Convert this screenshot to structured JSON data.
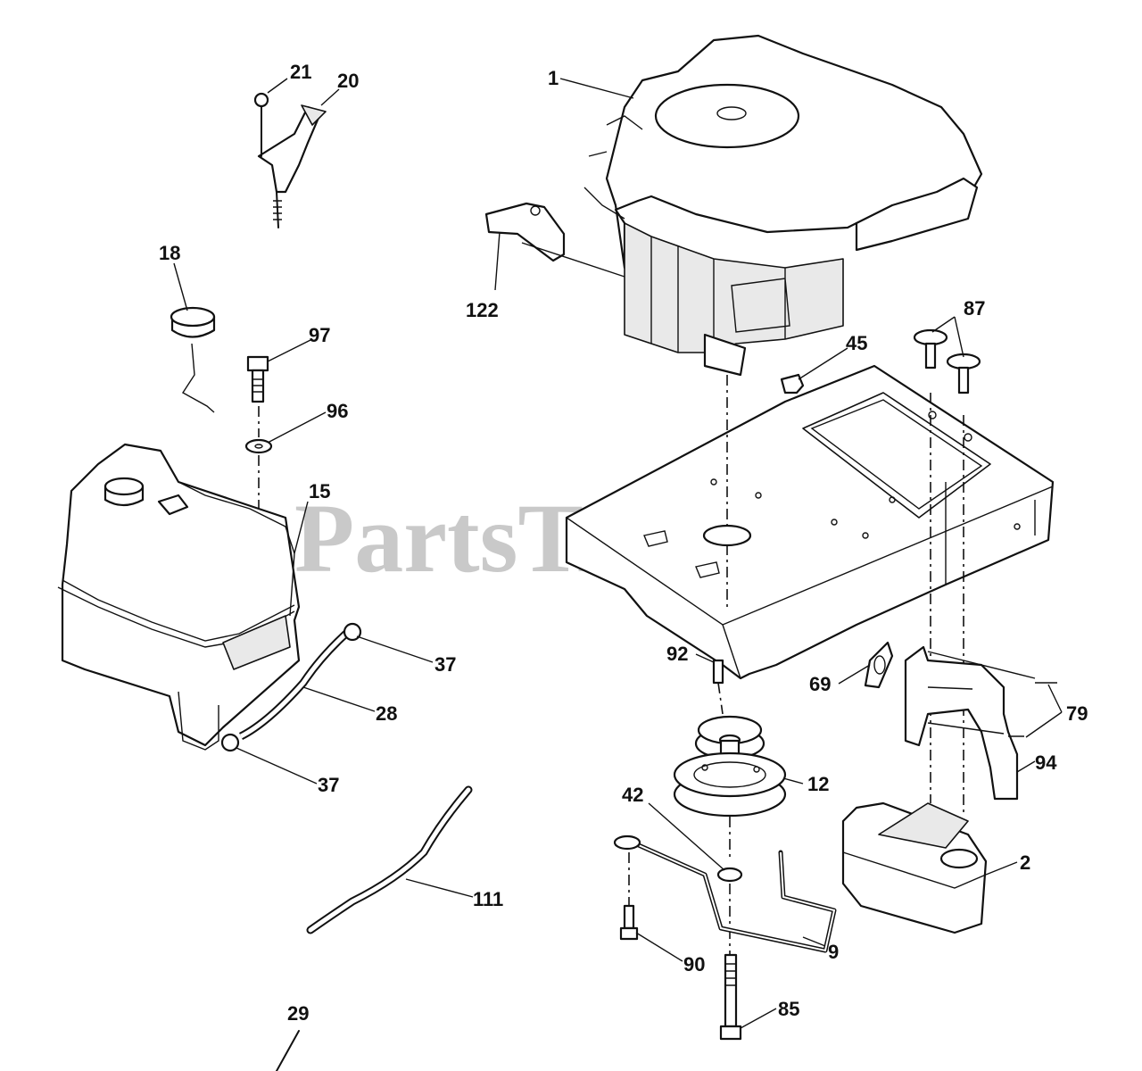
{
  "watermark": {
    "text": "PartsTree",
    "trademark": "™"
  },
  "callouts": [
    {
      "id": "21",
      "label": "21"
    },
    {
      "id": "20",
      "label": "20"
    },
    {
      "id": "1",
      "label": "1"
    },
    {
      "id": "18",
      "label": "18"
    },
    {
      "id": "122",
      "label": "122"
    },
    {
      "id": "97",
      "label": "97"
    },
    {
      "id": "87",
      "label": "87"
    },
    {
      "id": "45",
      "label": "45"
    },
    {
      "id": "96",
      "label": "96"
    },
    {
      "id": "15",
      "label": "15"
    },
    {
      "id": "92",
      "label": "92"
    },
    {
      "id": "37a",
      "label": "37"
    },
    {
      "id": "69",
      "label": "69"
    },
    {
      "id": "79",
      "label": "79"
    },
    {
      "id": "28",
      "label": "28"
    },
    {
      "id": "94",
      "label": "94"
    },
    {
      "id": "12",
      "label": "12"
    },
    {
      "id": "37b",
      "label": "37"
    },
    {
      "id": "42",
      "label": "42"
    },
    {
      "id": "2",
      "label": "2"
    },
    {
      "id": "111",
      "label": "111"
    },
    {
      "id": "9",
      "label": "9"
    },
    {
      "id": "90",
      "label": "90"
    },
    {
      "id": "85",
      "label": "85"
    },
    {
      "id": "29",
      "label": "29"
    }
  ]
}
